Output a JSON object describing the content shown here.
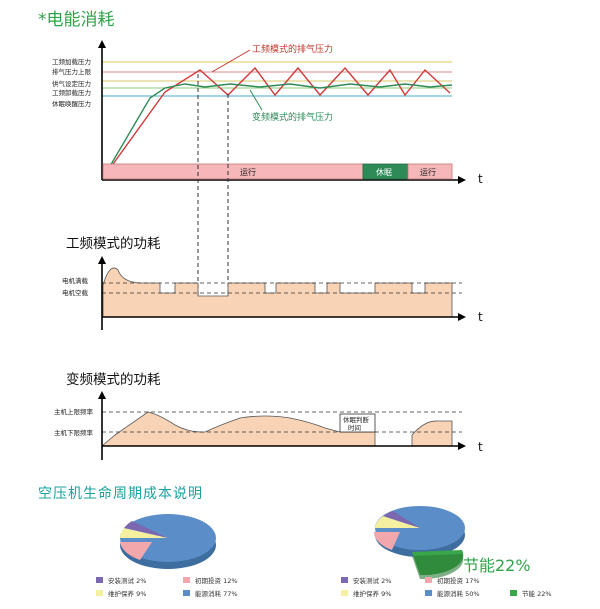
{
  "title": "*电能消耗",
  "top_chart": {
    "y_labels": [
      "工频加载压力",
      "排气压力上限",
      "供气设定压力",
      "工频卸载压力",
      "休眠唤醒压力"
    ],
    "annotation_fixed": "工频模式的排气压力",
    "annotation_vsd": "变频模式的排气压力",
    "axis_t": "t",
    "bar_segments": [
      {
        "label": "运行",
        "color": "#f5b7b9"
      },
      {
        "label": "休眠",
        "color": "#2e8b57"
      },
      {
        "label": "运行",
        "color": "#f5b7b9"
      }
    ]
  },
  "fixed_section": {
    "title": "工频模式的功耗",
    "y_labels": [
      "电机满载",
      "电机空载"
    ],
    "axis_t": "t"
  },
  "vsd_section": {
    "title": "变频模式的功耗",
    "y_labels": [
      "主机上限频率",
      "主机下限频率"
    ],
    "sleep_box": [
      "休眠判断",
      "时间"
    ],
    "axis_t": "t"
  },
  "lifecycle": {
    "title": "空压机生命周期成本说明",
    "savings_label": "节能22%",
    "left_legend": [
      {
        "label": "安装测试 2%",
        "color": "#7b68b0"
      },
      {
        "label": "初期投资 12%",
        "color": "#f2a7ad"
      },
      {
        "label": "维护保养 9%",
        "color": "#f4f0a0"
      },
      {
        "label": "能源消耗 77%",
        "color": "#5b8ec9"
      }
    ],
    "right_legend": [
      {
        "label": "安装测试 2%",
        "color": "#7b68b0"
      },
      {
        "label": "初期投资 17%",
        "color": "#f2a7ad"
      },
      {
        "label": "维护保养 9%",
        "color": "#f4f0a0"
      },
      {
        "label": "能源消耗 50%",
        "color": "#5b8ec9"
      },
      {
        "label": "节能 22%",
        "color": "#3aa64a"
      }
    ]
  },
  "colors": {
    "title": "#2fa34a",
    "lifecycle_title": "#1aa0a0",
    "annotation": "#c0392b",
    "vsd_annotation": "#2e8b57",
    "fill": "#f8d3b6"
  }
}
